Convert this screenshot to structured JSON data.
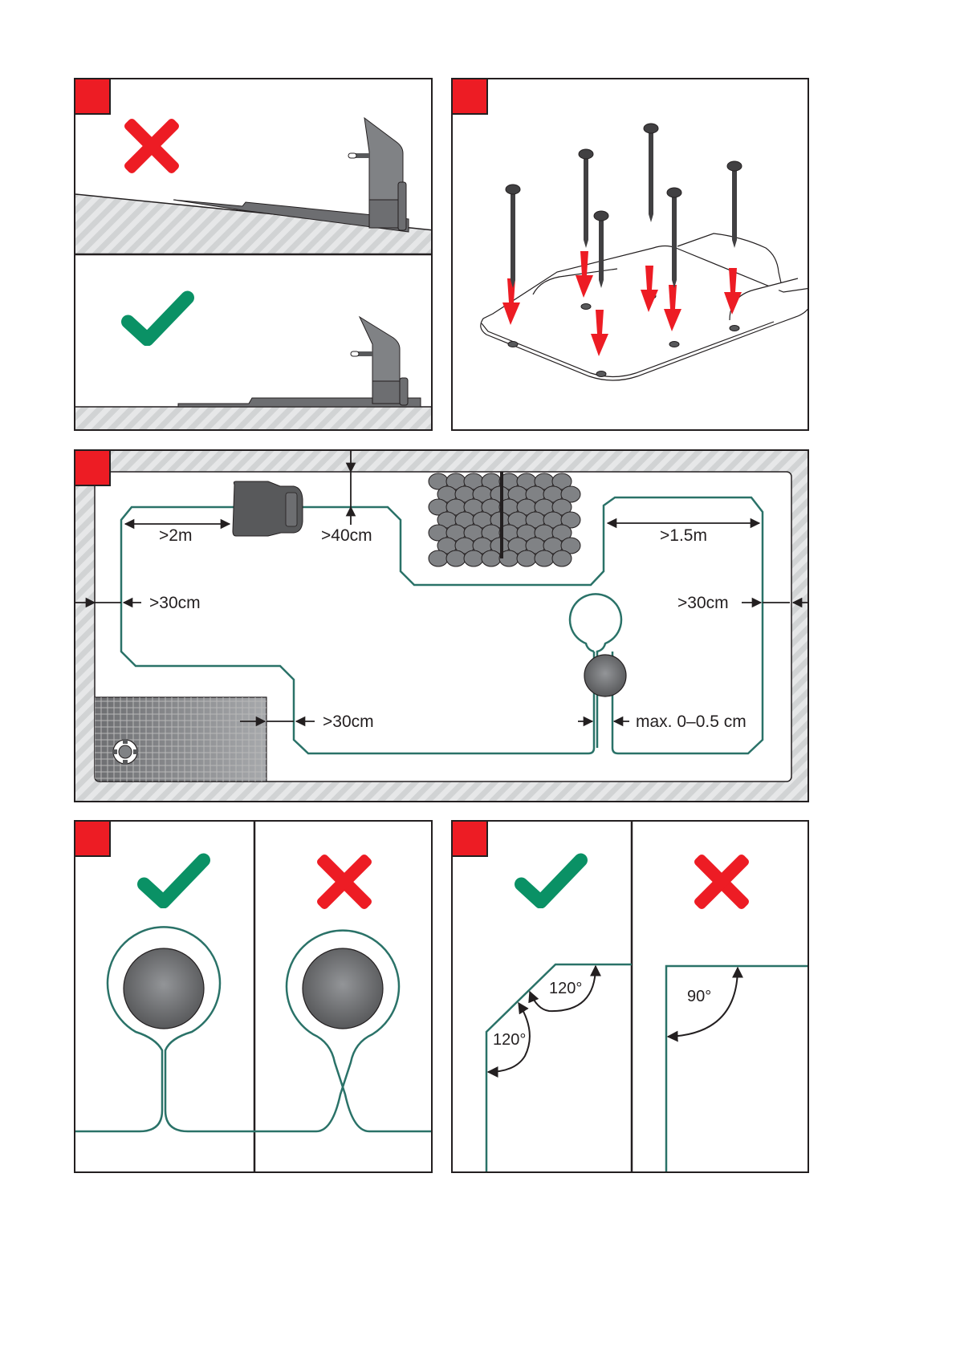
{
  "colors": {
    "badge_red": "#ed1c24",
    "cross_red": "#ed1c24",
    "check_green": "#0a9165",
    "wire_teal": "#2a7268",
    "outline": "#231f20",
    "device_gray": "#6d6e71",
    "hatch_light": "#e6e7e8",
    "hatch_dark": "#d1d3d4"
  },
  "panels": {
    "slope": {
      "top": {
        "status_icon": "cross",
        "ground": "sloped"
      },
      "bottom": {
        "status_icon": "check",
        "ground": "level"
      }
    },
    "pegs": {
      "peg_count": 6,
      "arrow_count": 6
    },
    "layout": {
      "labels": {
        "dock_distance": ">2m",
        "wall_top": ">40cm",
        "narrow_passage": ">1.5m",
        "left_wall": ">30cm",
        "right_wall": ">30cm",
        "pool": ">30cm",
        "wire_gap": "max. 0–0.5 cm"
      }
    },
    "island": {
      "left": {
        "status_icon": "check",
        "wire": "parallel"
      },
      "right": {
        "status_icon": "cross",
        "wire": "crossed"
      }
    },
    "corners": {
      "left": {
        "status_icon": "check",
        "angle_1": "120°",
        "angle_2": "120°"
      },
      "right": {
        "status_icon": "cross",
        "angle": "90°"
      }
    }
  }
}
